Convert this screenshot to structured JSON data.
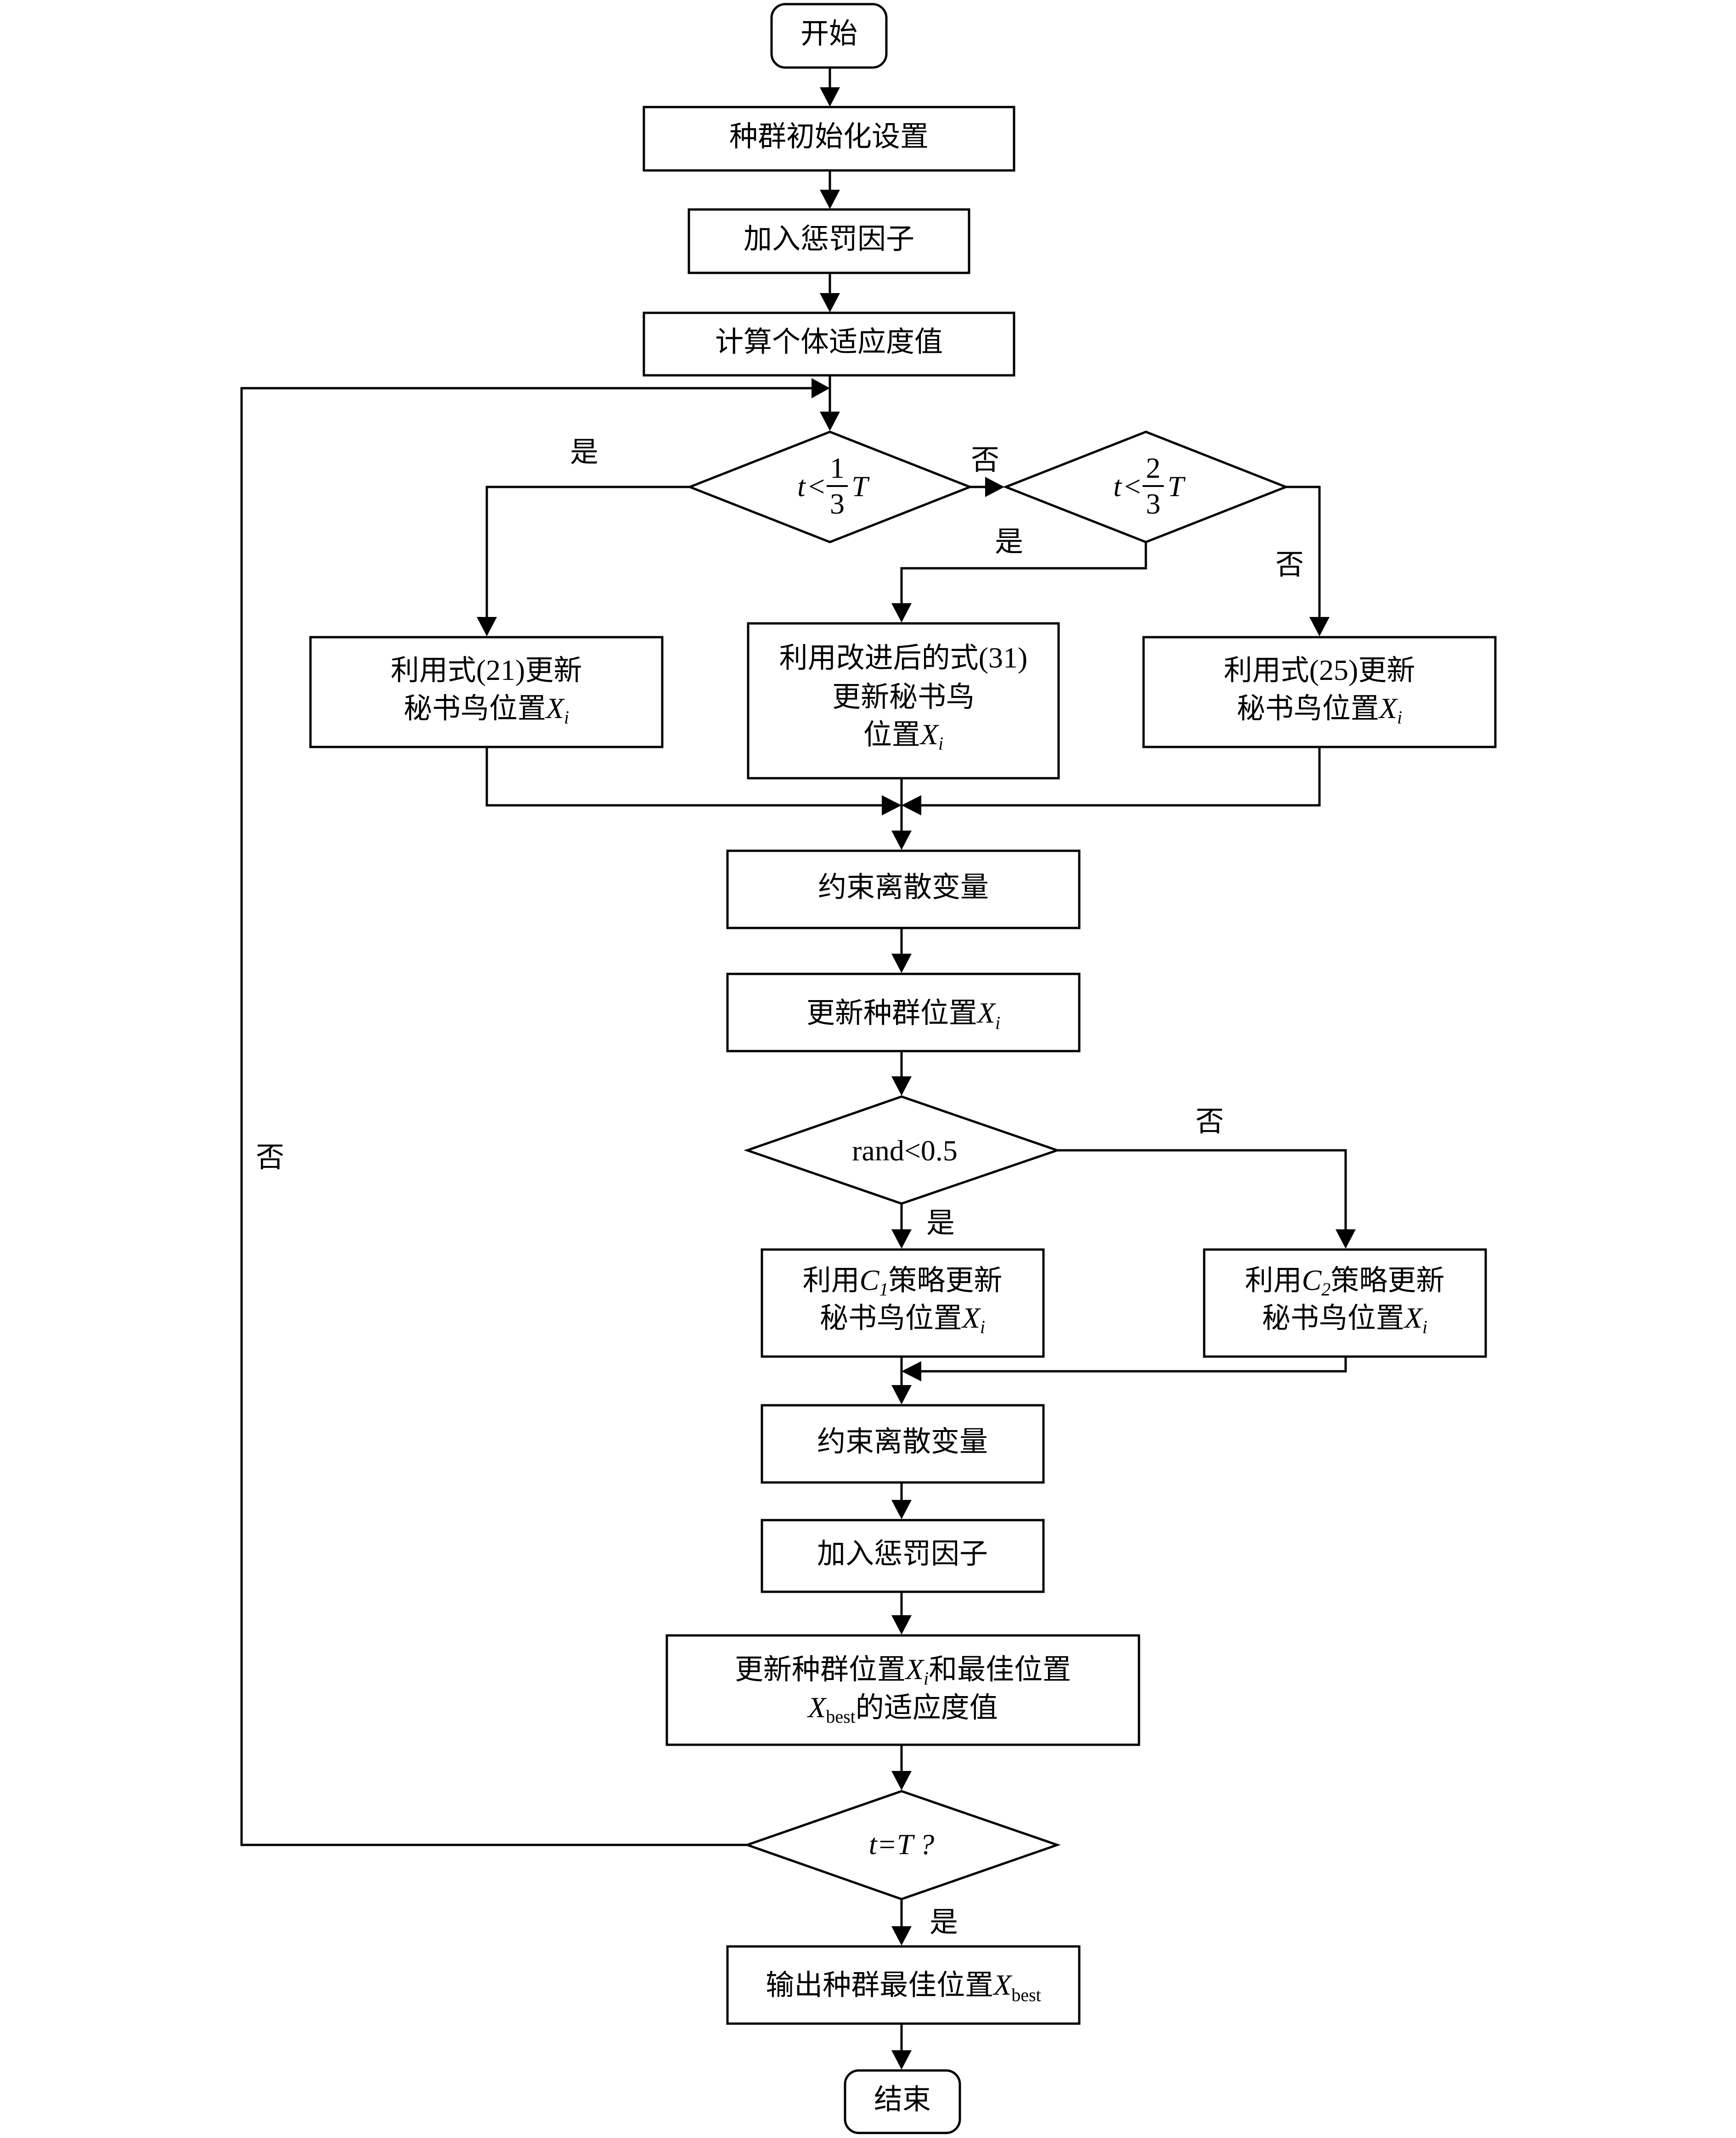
{
  "nodes": {
    "start": "开始",
    "init": "种群初始化设置",
    "penalty1": "加入惩罚因子",
    "fitness1": "计算个体适应度值",
    "dec1": {
      "var": "t",
      "op": "<",
      "num": "1",
      "den": "3",
      "rhs": "T"
    },
    "dec2": {
      "var": "t",
      "op": "<",
      "num": "2",
      "den": "3",
      "rhs": "T"
    },
    "update21": {
      "line1_pre": "利用式",
      "line1_ref": "(21)",
      "line1_post": "更新",
      "line2": "秘书鸟位置",
      "var": "X",
      "sub": "i"
    },
    "update31": {
      "line1_pre": "利用改进后的式",
      "line1_ref": "(31)",
      "line2": "更新秘书鸟",
      "line3": "位置",
      "var": "X",
      "sub": "i"
    },
    "update25": {
      "line1_pre": "利用式",
      "line1_ref": "(25)",
      "line1_post": "更新",
      "line2": "秘书鸟位置",
      "var": "X",
      "sub": "i"
    },
    "constrain1": "约束离散变量",
    "updatePop1": {
      "label": "更新种群位置",
      "var": "X",
      "sub": "i"
    },
    "dec3": {
      "lhs": "rand",
      "op": "<",
      "rhs": "0.5"
    },
    "c1": {
      "pre": "利用",
      "var": "C",
      "sub": "1",
      "post": "策略更新",
      "line2": "秘书鸟位置",
      "var2": "X",
      "sub2": "i"
    },
    "c2": {
      "pre": "利用",
      "var": "C",
      "sub": "2",
      "post": "策略更新",
      "line2": "秘书鸟位置",
      "var2": "X",
      "sub2": "i"
    },
    "constrain2": "约束离散变量",
    "penalty2": "加入惩罚因子",
    "updatePop2": {
      "line1_pre": "更新种群位置",
      "var": "X",
      "sub": "i",
      "line1_post": "和最佳位置",
      "var2": "X",
      "sub2": "best",
      "line2_post": "的适应度值"
    },
    "dec4": {
      "lhs": "t",
      "op": "=",
      "rhs": "T",
      "q": "?"
    },
    "output": {
      "label": "输出种群最佳位置",
      "var": "X",
      "sub": "best"
    },
    "end": "结束"
  },
  "edge_labels": {
    "dec1_yes": "是",
    "dec1_no": "否",
    "dec2_yes": "是",
    "dec2_no": "否",
    "dec3_yes": "是",
    "dec3_no": "否",
    "dec4_yes": "是",
    "dec4_no": "否"
  }
}
